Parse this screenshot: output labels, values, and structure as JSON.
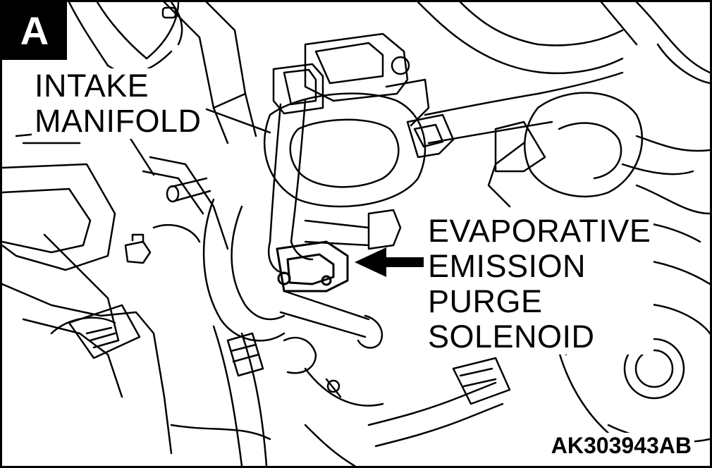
{
  "figure": {
    "view_badge": "A",
    "figure_id": "AK303943AB"
  },
  "callouts": {
    "intake_manifold": {
      "line1": "INTAKE",
      "line2": "MANIFOLD"
    },
    "purge_solenoid": {
      "line1": "EVAPORATIVE",
      "line2": "EMISSION",
      "line3": "PURGE",
      "line4": "SOLENOID"
    }
  },
  "colors": {
    "ink": "#000000",
    "paper": "#ffffff"
  }
}
